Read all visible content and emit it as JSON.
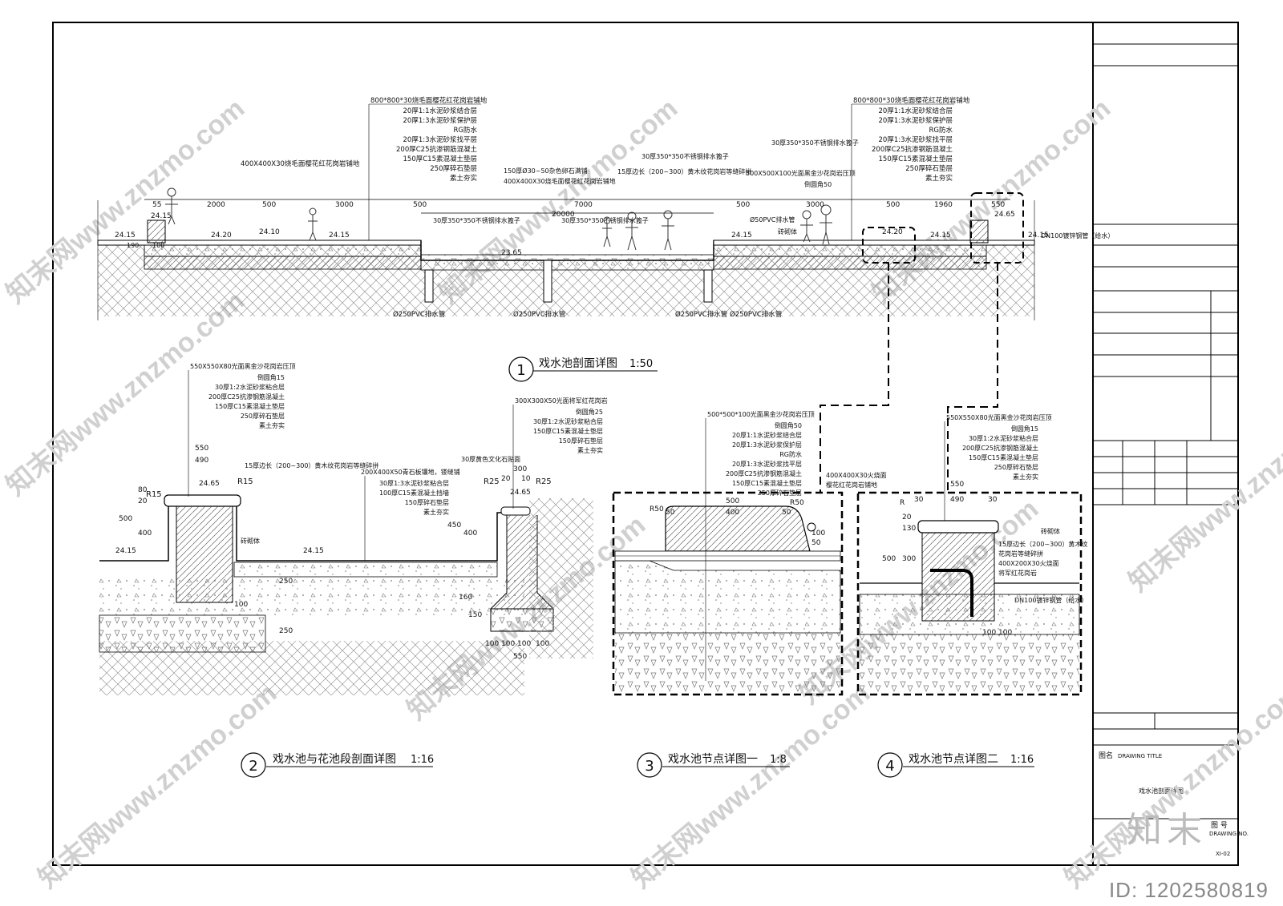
{
  "titles": {
    "fig1": {
      "num": "1",
      "name": "戏水池剖面详图",
      "scale": "1:50"
    },
    "fig2": {
      "num": "2",
      "name": "戏水池与花池段剖面详图",
      "scale": "1:16"
    },
    "fig3": {
      "num": "3",
      "name": "戏水池节点详图一",
      "scale": "1:8"
    },
    "fig4": {
      "num": "4",
      "name": "戏水池节点详图二",
      "scale": "1:16"
    }
  },
  "fig1": {
    "leaderA": [
      "800*800*30烧毛面樱花红花岗岩铺地",
      "20厚1:1水泥砂浆结合层",
      "20厚1:3水泥砂浆保护层",
      "RG防水",
      "20厚1:3水泥砂浆找平层",
      "200厚C25抗渗钢筋混凝土",
      "150厚C15素混凝土垫层",
      "250厚碎石垫层",
      "素土夯实"
    ],
    "leaderB": [
      "800*800*30烧毛面樱花红花岗岩铺地",
      "20厚1:1水泥砂浆结合层",
      "20厚1:3水泥砂浆保护层",
      "RG防水",
      "20厚1:3水泥砂浆找平层",
      "200厚C25抗渗钢筋混凝土",
      "150厚C15素混凝土垫层",
      "250厚碎石垫层",
      "素土夯实"
    ],
    "paving400": "400X400X30烧毛面樱花红花岗岩铺地",
    "gravel": [
      "150厚Ø30~50杂色卵石满铺",
      "400X400X30烧毛面樱花红花岗岩铺地"
    ],
    "grate1": "30厚350*350不锈钢排水篦子",
    "grate2": "30厚350*350不锈钢排水篦子",
    "grate3": "30厚350*350不锈钢排水篦子",
    "grate4": "30厚350*350不锈钢排水篦子",
    "edge": "15厚边长（200~300）黄木纹花岗岩等缝碎拼",
    "coping": "500X500X100光面黑金沙花岗岩压顶",
    "chamfer": "倒圆角50",
    "pipe_pvc50": "Ø50PVC排水管",
    "brick": "砖砌体",
    "pipe_dn100": "DN100镀锌钢管（给水）",
    "dims": [
      "55",
      "2000",
      "500",
      "3000",
      "500",
      "7000",
      "20000",
      "500",
      "3000",
      "500",
      "1960",
      "550",
      "190",
      "100"
    ],
    "elev": [
      "24.15",
      "24.15",
      "24.20",
      "24.10",
      "24.15",
      "23.65",
      "24.15",
      "24.20",
      "24.15",
      "24.65",
      "24.15"
    ],
    "pvc": [
      "Ø250PVC排水管",
      "Ø250PVC排水管",
      "Ø250PVC排水管",
      "Ø250PVC排水管"
    ]
  },
  "fig2": {
    "leaderA": [
      "550X550X80光面黑金沙花岗岩压顶",
      "倒圆角15",
      "30厚1:2水泥砂浆粘合层",
      "200厚C25抗渗钢筋混凝土",
      "150厚C15素混凝土垫层",
      "250厚碎石垫层",
      "素土夯实"
    ],
    "leaderB": [
      "300X300X50光面将军红花岗岩",
      "倒圆角25",
      "30厚1:2水泥砂浆粘合层",
      "150厚C15素混凝土垫层",
      "150厚碎石垫层",
      "素土夯实"
    ],
    "edge": "15厚边长（200~300）黄木纹花岗岩等缝碎拼",
    "curb": [
      "200X400X50青石板镶地，镂缝铺",
      "30厚1:3水泥砂浆粘合层",
      "100厚C15素混凝土挡墙",
      "150厚碎石垫层",
      "素土夯实"
    ],
    "stone": "30厚黄色文化石贴面",
    "brick": "砖砌体",
    "dims": [
      "550",
      "490",
      "500",
      "400",
      "20",
      "80",
      "450",
      "400",
      "300",
      "20",
      "10",
      "100",
      "100",
      "100",
      "100",
      "550",
      "250",
      "250",
      "160",
      "150",
      "100"
    ],
    "radii": [
      "R15",
      "R15",
      "R25",
      "R25"
    ],
    "elev": [
      "24.65",
      "24.15",
      "24.15",
      "24.65"
    ]
  },
  "fig3": {
    "leader": [
      "500*500*100光面黑金沙花岗岩压顶",
      "倒圆角50",
      "20厚1:1水泥砂浆结合层",
      "20厚1:3水泥砂浆保护层",
      "RG防水",
      "20厚1:3水泥砂浆找平层",
      "200厚C25抗渗钢筋混凝土",
      "150厚C15素混凝土垫层",
      "250厚碎石垫层"
    ],
    "side": [
      "400X400X30火烧面",
      "樱花红花岗岩铺地"
    ],
    "dims": [
      "500",
      "50",
      "400",
      "50",
      "R50",
      "R50",
      "50",
      "100"
    ]
  },
  "fig4": {
    "leader": [
      "550X550X80光面黑金沙花岗岩压顶",
      "倒圆角15",
      "30厚1:2水泥砂浆粘合层",
      "200厚C25抗渗钢筋混凝土",
      "150厚C15素混凝土垫层",
      "250厚碎石垫层",
      "素土夯实"
    ],
    "side": [
      "砖砌体",
      "15厚边长（200~300）黄木纹",
      "花岗岩等缝碎拼",
      "400X200X30火烧面",
      "将军红花岗岩"
    ],
    "pipe": "DN100镀锌钢管（给水）",
    "dims": [
      "550",
      "30",
      "490",
      "30",
      "R",
      "500",
      "300",
      "130",
      "20",
      "100",
      "100"
    ]
  },
  "titleblock": {
    "drawing_title_label": "图名",
    "drawing_title_en": "DRAWING TITLE",
    "drawing_title": "戏水池剖面详图",
    "drawing_no_label": "图 号",
    "drawing_no_en": "DRAWING NO.",
    "drawing_no": "XI-02"
  },
  "watermark": "知末网www.znzmo.com",
  "brand": "知末",
  "id_text": "ID: 1202580819"
}
